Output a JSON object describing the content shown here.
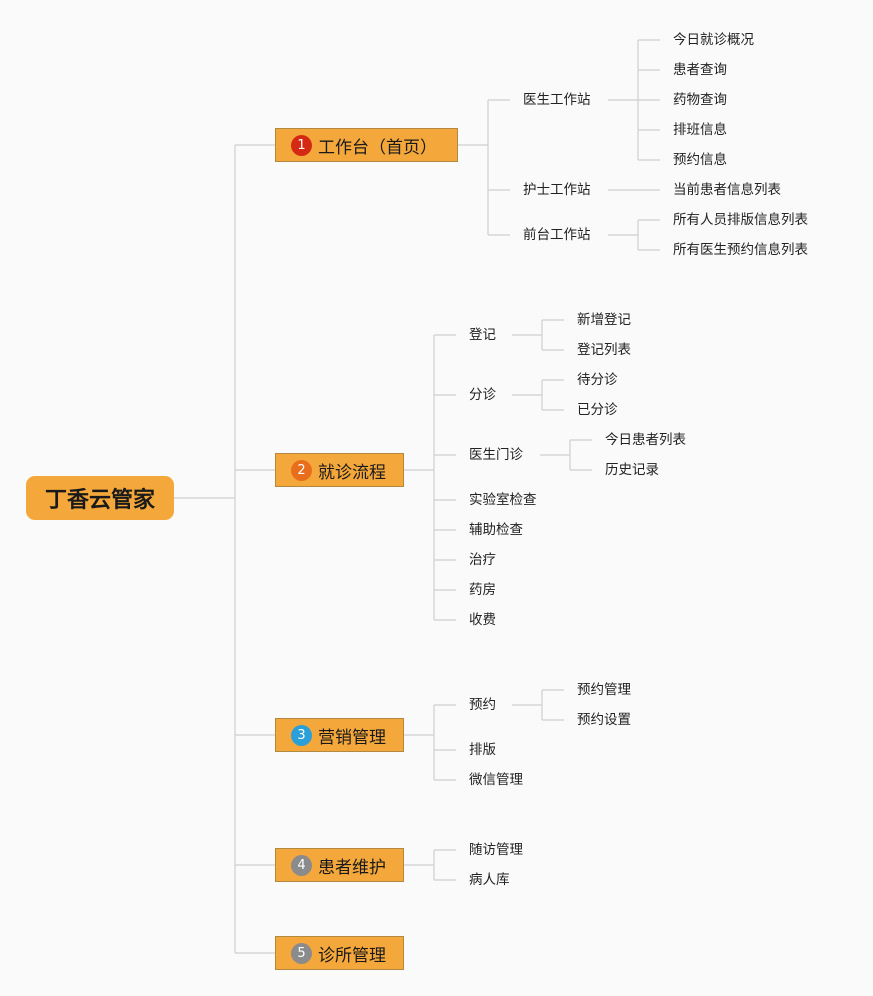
{
  "root": {
    "label": "丁香云管家"
  },
  "branches": [
    {
      "num": "1",
      "label": "工作台（首页）",
      "color": "#d42a14"
    },
    {
      "num": "2",
      "label": "就诊流程",
      "color": "#e86e1b"
    },
    {
      "num": "3",
      "label": "营销管理",
      "color": "#2b9fd8"
    },
    {
      "num": "4",
      "label": "患者维护",
      "color": "#8b8b8b"
    },
    {
      "num": "5",
      "label": "诊所管理",
      "color": "#8b8b8b"
    }
  ],
  "b1": {
    "doctor": {
      "label": "医生工作站",
      "children": [
        "今日就诊概况",
        "患者查询",
        "药物查询",
        "排班信息",
        "预约信息"
      ]
    },
    "nurse": {
      "label": "护士工作站",
      "children": [
        "当前患者信息列表"
      ]
    },
    "front": {
      "label": "前台工作站",
      "children": [
        "所有人员排版信息列表",
        "所有医生预约信息列表"
      ]
    }
  },
  "b2": {
    "register": {
      "label": "登记",
      "children": [
        "新增登记",
        "登记列表"
      ]
    },
    "triage": {
      "label": "分诊",
      "children": [
        "待分诊",
        "已分诊"
      ]
    },
    "clinic": {
      "label": "医生门诊",
      "children": [
        "今日患者列表",
        "历史记录"
      ]
    },
    "leaves": [
      "实验室检查",
      "辅助检查",
      "治疗",
      "药房",
      "收费"
    ]
  },
  "b3": {
    "appoint": {
      "label": "预约",
      "children": [
        "预约管理",
        "预约设置"
      ]
    },
    "leaves": [
      "排版",
      "微信管理"
    ]
  },
  "b4": {
    "leaves": [
      "随访管理",
      "病人库"
    ]
  }
}
